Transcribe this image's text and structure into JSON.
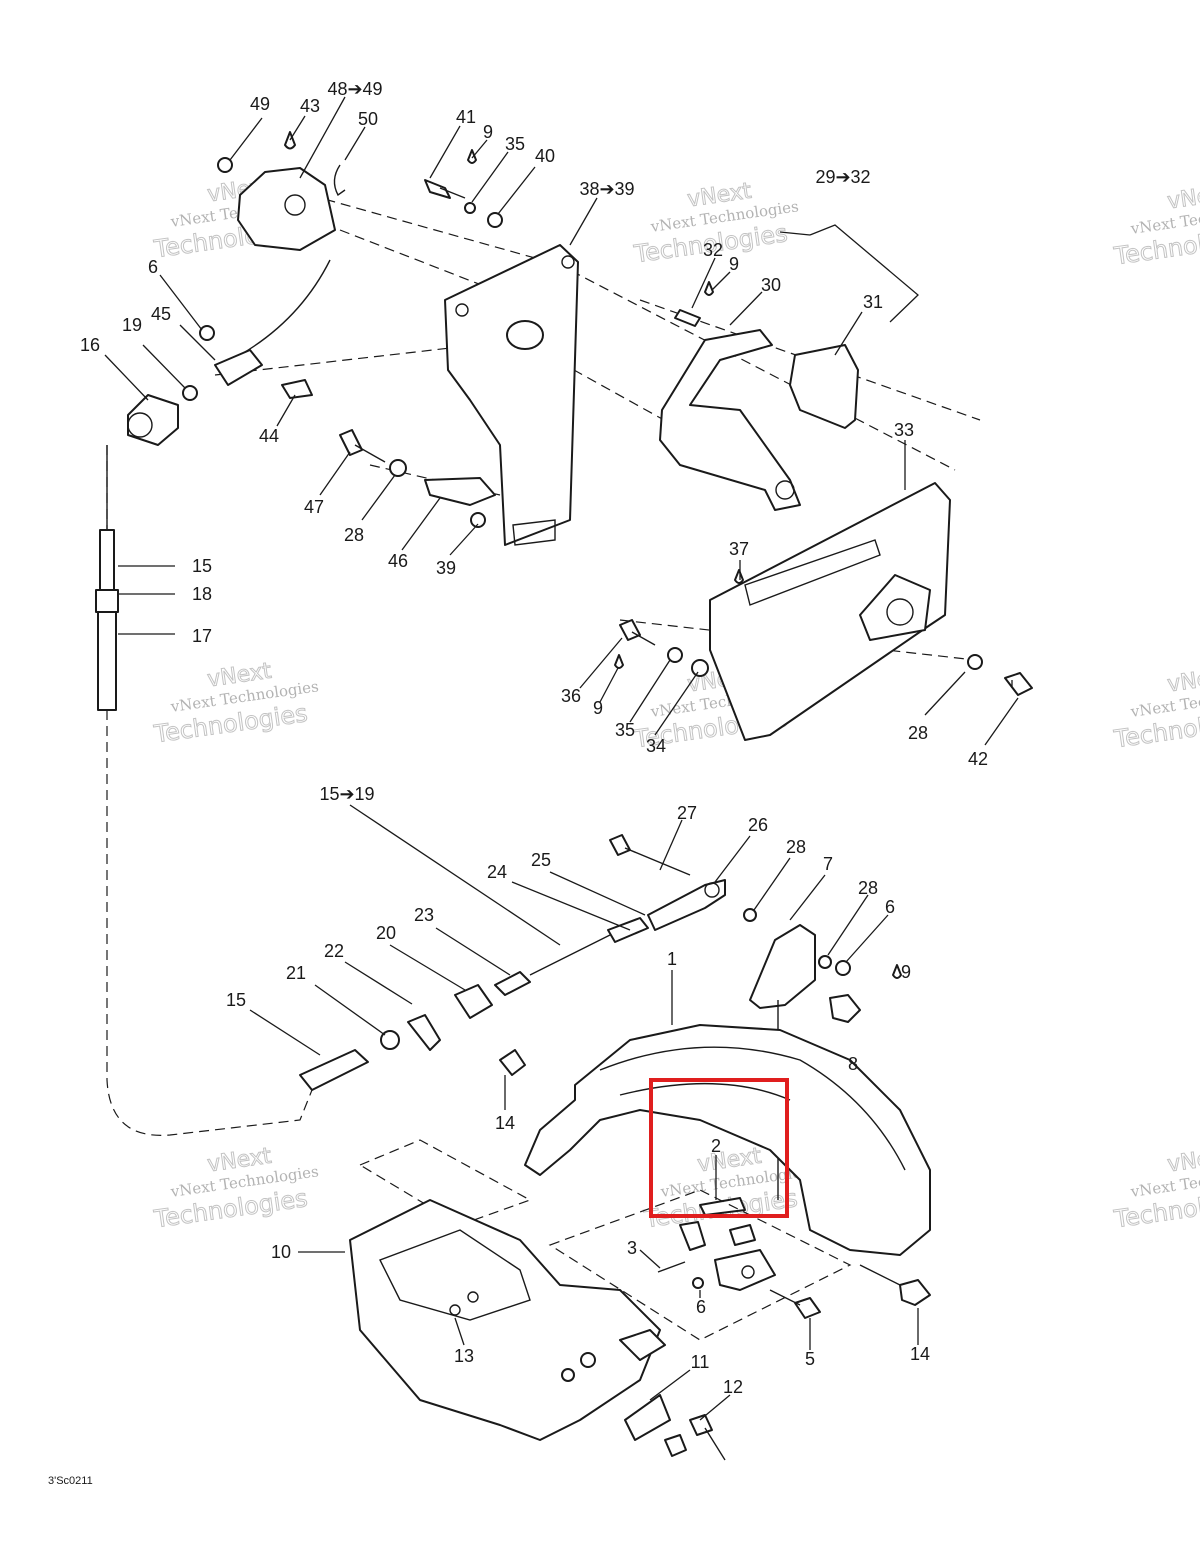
{
  "callouts": {
    "c49_top": "49",
    "c43": "43",
    "c48_49": "48➔49",
    "c50": "50",
    "c41": "41",
    "c9_a": "9",
    "c35_a": "35",
    "c40": "40",
    "c38_39": "38➔39",
    "c29_32": "29➔32",
    "c32": "32",
    "c9_b": "9",
    "c30": "30",
    "c31": "31",
    "c33": "33",
    "c6_a": "6",
    "c45": "45",
    "c19": "19",
    "c16": "16",
    "c44": "44",
    "c47": "47",
    "c28_a": "28",
    "c46": "46",
    "c39": "39",
    "c37": "37",
    "c15_a": "15",
    "c18": "18",
    "c17": "17",
    "c36": "36",
    "c9_c": "9",
    "c35_b": "35",
    "c34": "34",
    "c28_b": "28",
    "c42": "42",
    "c15_19": "15➔19",
    "c27": "27",
    "c26": "26",
    "c28_c": "28",
    "c7": "7",
    "c28_d": "28",
    "c6_b": "6",
    "c9_d": "9",
    "c8": "8",
    "c24": "24",
    "c25": "25",
    "c23": "23",
    "c20": "20",
    "c22": "22",
    "c21": "21",
    "c15_b": "15",
    "c1": "1",
    "c14_a": "14",
    "c2": "2",
    "c10": "10",
    "c3": "3",
    "c6_c": "6",
    "c5": "5",
    "c14_b": "14",
    "c13": "13",
    "c11": "11",
    "c12": "12"
  },
  "watermark": {
    "line1": "vNext Technologies",
    "line2": "Technologies",
    "line3": "vNext"
  },
  "figure_ref": "3'Sc0211",
  "highlight": {
    "color": "#e01e1e",
    "target_callout": "2"
  }
}
